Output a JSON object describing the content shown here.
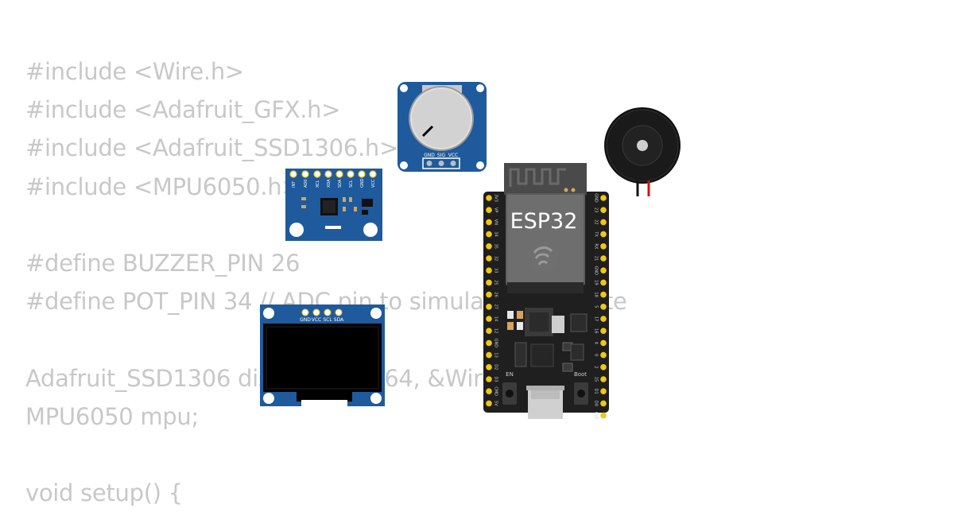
{
  "code_lines": [
    "#include <Wire.h>",
    "#include <Adafruit_GFX.h>",
    "#include <Adafruit_SSD1306.h>",
    "#include <MPU6050.h>",
    "",
    "#define BUZZER_PIN 26",
    "#define POT_PIN 34 // ADC pin to simulate heart rate",
    "",
    "Adafruit_SSD1306 display(128, 64, &Wire);",
    "MPU6050 mpu;",
    "",
    "void setup() {"
  ],
  "potentiometer": {
    "pins": [
      "GND",
      "SIG",
      "VCC"
    ]
  },
  "mpu6050": {
    "pins": [
      "INT",
      "AD0",
      "XCL",
      "XDA",
      "SDA",
      "SCL",
      "GND",
      "VCC"
    ]
  },
  "oled": {
    "pins": [
      "GND",
      "VCC",
      "SCL",
      "SDA"
    ]
  },
  "esp32": {
    "label": "ESP32",
    "en_label": "EN",
    "boot_label": "Boot",
    "left_pins": [
      "3V3",
      "VP",
      "VN",
      "34",
      "35",
      "32",
      "33",
      "25",
      "26",
      "27",
      "14",
      "12",
      "GND",
      "13",
      "D2",
      "D3",
      "CMD",
      "5V"
    ],
    "right_pins": [
      "GND",
      "23",
      "22",
      "TX",
      "RX",
      "21",
      "GND",
      "19",
      "18",
      "5",
      "17",
      "16",
      "4",
      "0",
      "2",
      "15",
      "D1",
      "D0",
      "CLK"
    ]
  },
  "colors": {
    "code_text": "#c8c8c8",
    "pcb_blue": "#1e5a9c",
    "esp_board": "#1f1f1f",
    "pin_gold": "#f2c80f"
  }
}
